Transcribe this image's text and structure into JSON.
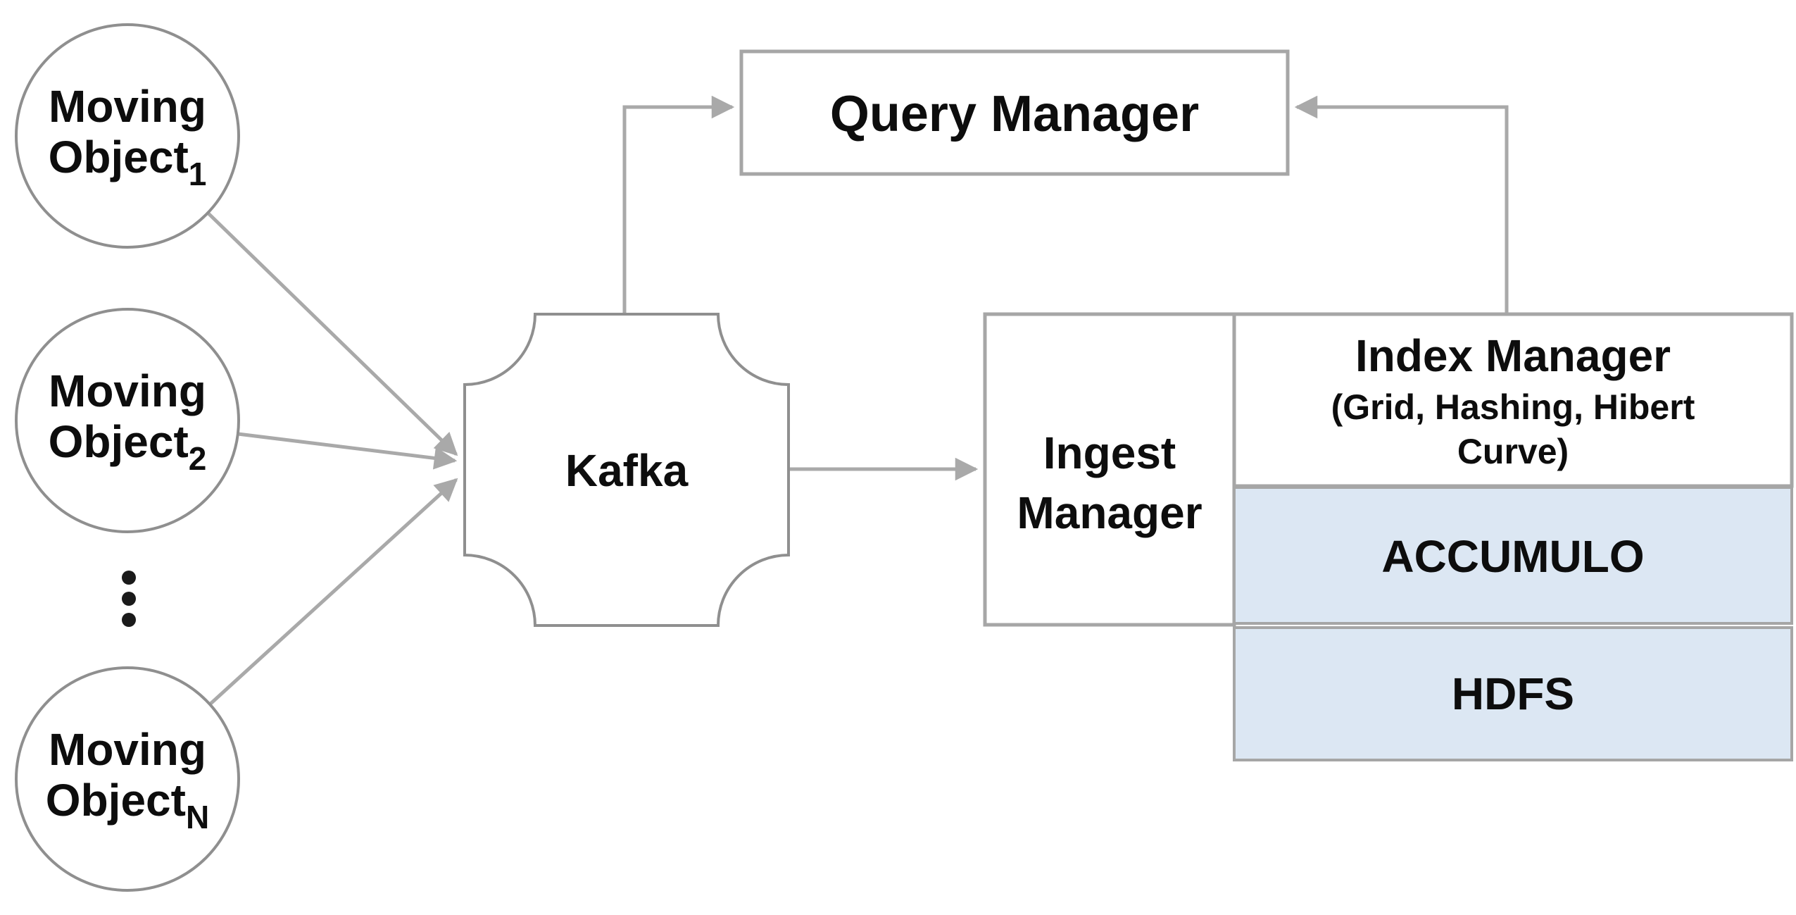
{
  "diagram": {
    "moving_objects": [
      {
        "line1": "Moving",
        "line2": "Object",
        "subscript": "1"
      },
      {
        "line1": "Moving",
        "line2": "Object",
        "subscript": "2"
      },
      {
        "line1": "Moving",
        "line2": "Object",
        "subscript": "N"
      }
    ],
    "kafka": {
      "label": "Kafka"
    },
    "query_manager": {
      "label": "Query Manager"
    },
    "ingest_manager": {
      "line1": "Ingest",
      "line2": "Manager"
    },
    "index_manager": {
      "title": "Index Manager",
      "subtitle_line1": "(Grid, Hashing, Hibert",
      "subtitle_line2": "Curve)"
    },
    "accumulo": {
      "label": "ACCUMULO"
    },
    "hdfs": {
      "label": "HDFS"
    },
    "colors": {
      "connector": "#a9a9a9",
      "shape_stroke": "#8f8f8f",
      "box_stroke": "#a6a6a6",
      "storage_fill": "#dce7f3",
      "text": "#0d0d0d",
      "background": "#ffffff"
    }
  }
}
